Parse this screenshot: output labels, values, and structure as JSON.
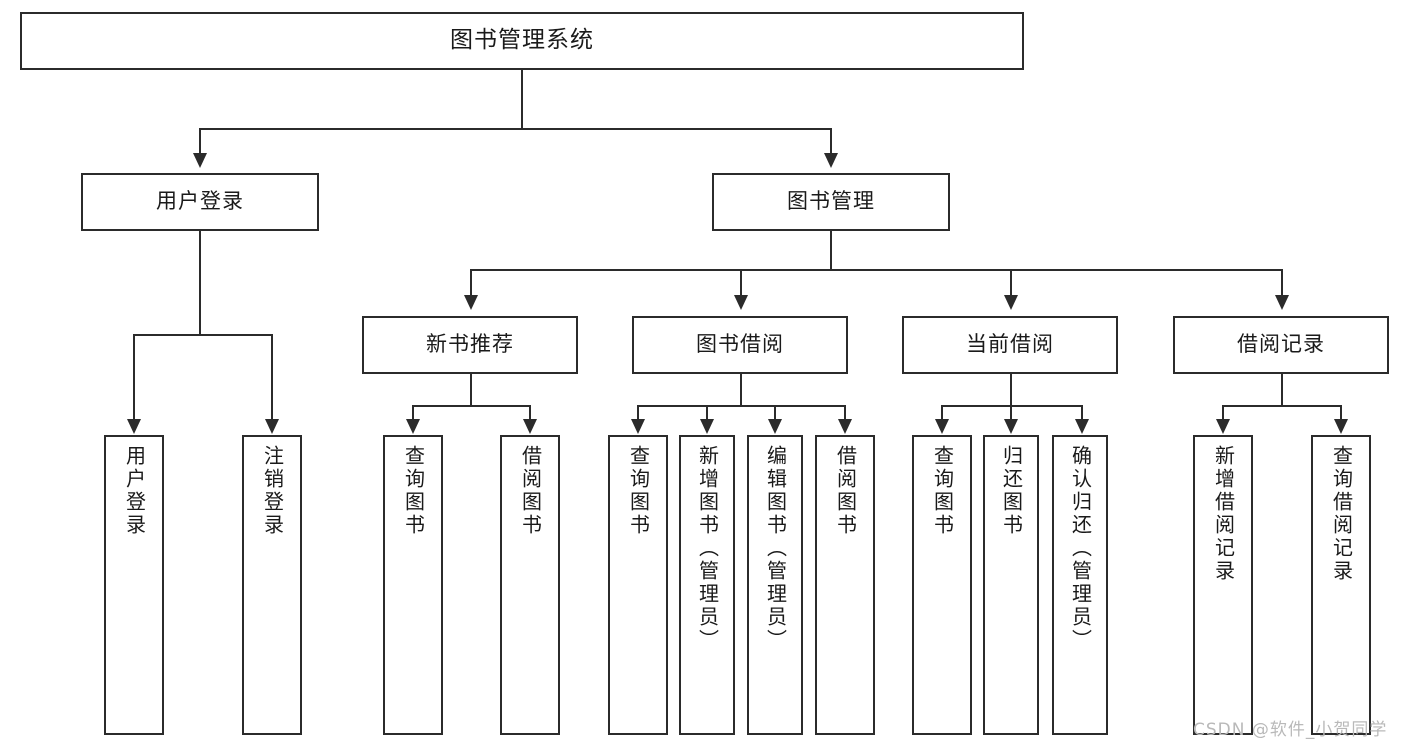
{
  "diagram": {
    "title": "图书管理系统",
    "type": "功能结构图",
    "root": {
      "label": "图书管理系统"
    },
    "level2": [
      {
        "id": "user-login",
        "label": "用户登录"
      },
      {
        "id": "book-manage",
        "label": "图书管理"
      }
    ],
    "level3": [
      {
        "id": "new-book-recommend",
        "label": "新书推荐"
      },
      {
        "id": "book-borrow",
        "label": "图书借阅"
      },
      {
        "id": "current-borrow",
        "label": "当前借阅"
      },
      {
        "id": "borrow-record",
        "label": "借阅记录"
      }
    ],
    "leaves": {
      "user_login": [
        {
          "id": "leaf-user-login",
          "label": "用户登录"
        },
        {
          "id": "leaf-logout",
          "label": "注销登录"
        }
      ],
      "new_book_recommend": [
        {
          "id": "leaf-query-book-1",
          "label": "查询图书"
        },
        {
          "id": "leaf-borrow-book-1",
          "label": "借阅图书"
        }
      ],
      "book_borrow": [
        {
          "id": "leaf-query-book-2",
          "label": "查询图书"
        },
        {
          "id": "leaf-add-book",
          "label": "新增图书（管理员）"
        },
        {
          "id": "leaf-edit-book",
          "label": "编辑图书（管理员）"
        },
        {
          "id": "leaf-borrow-book-2",
          "label": "借阅图书"
        }
      ],
      "current_borrow": [
        {
          "id": "leaf-query-book-3",
          "label": "查询图书"
        },
        {
          "id": "leaf-return-book",
          "label": "归还图书"
        },
        {
          "id": "leaf-confirm-return",
          "label": "确认归还（管理员）"
        }
      ],
      "borrow_record": [
        {
          "id": "leaf-add-record",
          "label": "新增借阅记录"
        },
        {
          "id": "leaf-query-record",
          "label": "查询借阅记录"
        }
      ]
    },
    "watermark": "CSDN @软件_小贺同学",
    "colors": {
      "stroke": "#2b2b2b",
      "text": "#1a1a1a",
      "background": "#ffffff",
      "watermark": "#b9b9b9"
    }
  }
}
